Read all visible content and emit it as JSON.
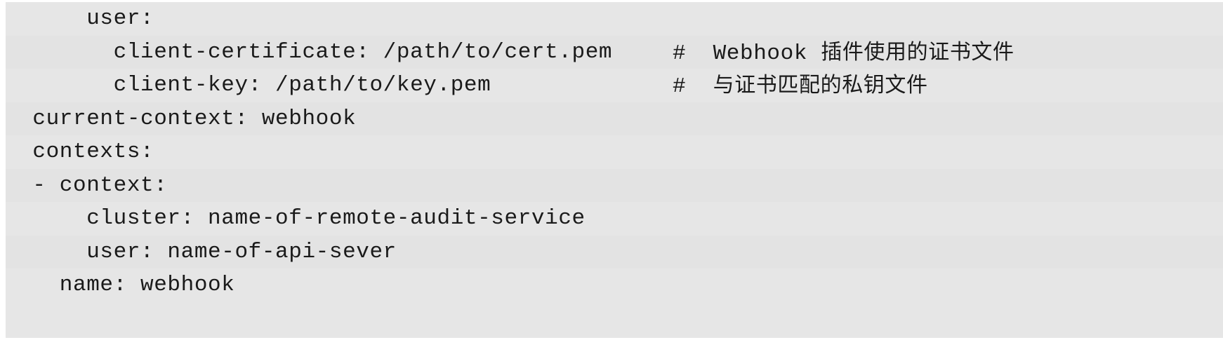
{
  "code_block": {
    "language": "yaml",
    "background_color": "#e6e6e6",
    "stripe_color": "#e3e3e3",
    "text_color": "#1a1a1a",
    "lines": [
      {
        "text": "      user:",
        "comment": "",
        "comment_cjk": ""
      },
      {
        "text": "        client-certificate: /path/to/cert.pem",
        "comment": "#  Webhook ",
        "comment_cjk": "插件使用的证书文件"
      },
      {
        "text": "        client-key: /path/to/key.pem",
        "comment": "#  ",
        "comment_cjk": "与证书匹配的私钥文件"
      },
      {
        "text": "  current-context: webhook",
        "comment": "",
        "comment_cjk": ""
      },
      {
        "text": "  contexts:",
        "comment": "",
        "comment_cjk": ""
      },
      {
        "text": "  - context:",
        "comment": "",
        "comment_cjk": ""
      },
      {
        "text": "      cluster: name-of-remote-audit-service",
        "comment": "",
        "comment_cjk": ""
      },
      {
        "text": "      user: name-of-api-sever",
        "comment": "",
        "comment_cjk": ""
      },
      {
        "text": "    name: webhook",
        "comment": "",
        "comment_cjk": ""
      }
    ]
  }
}
